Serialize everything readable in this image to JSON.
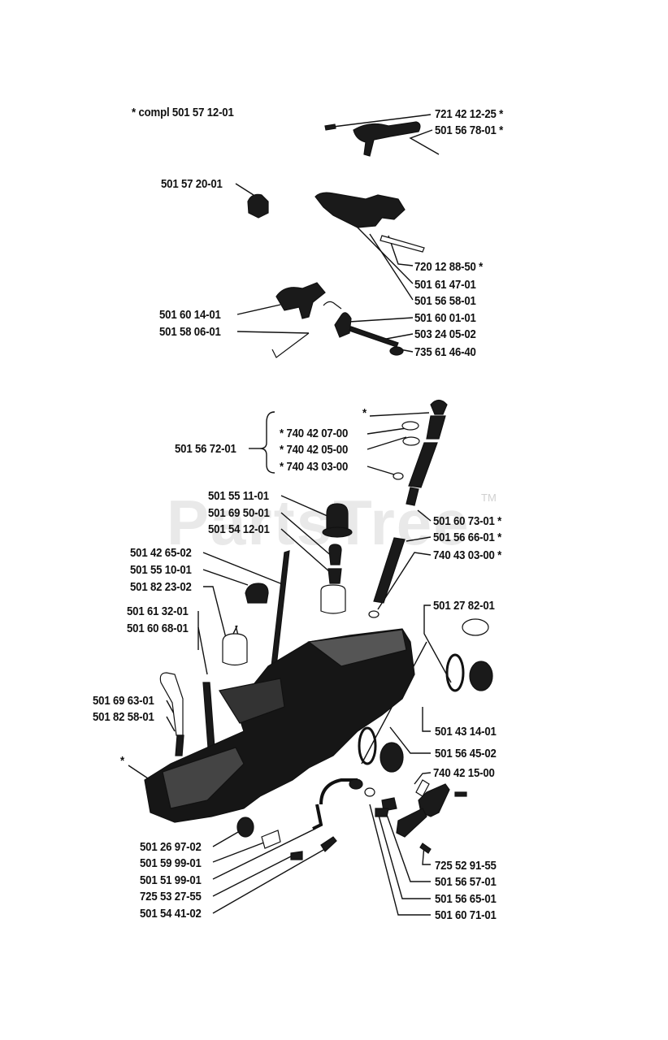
{
  "header_note": "* compl 501 57 12-01",
  "watermark": "PartsTree",
  "watermark_tm": "TM",
  "labels": {
    "p721421225": "721 42 12-25 *",
    "p501567801": "501 56 78-01 *",
    "p501572001": "501 57 20-01",
    "p720128850": "720 12 88-50 *",
    "p501614701": "501 61 47-01",
    "p501565801": "501 56 58-01",
    "p501601401": "501 60 14-01",
    "p501580601": "501 58 06-01",
    "p501600101": "501 60 01-01",
    "p503240502": "503 24 05-02",
    "p735614640": "735 61 46-40",
    "star_top": "*",
    "p740420700": "* 740 42 07-00",
    "p740420500": "* 740 42 05-00",
    "p740430300a": "* 740 43 03-00",
    "p501567201": "501 56 72-01",
    "p501551101": "501 55 11-01",
    "p501695001": "501 69 50-01",
    "p501541201": "501 54 12-01",
    "p501607301": "501 60 73-01 *",
    "p501566601": "501 56 66-01 *",
    "p740430300b": "740 43 03-00 *",
    "p501426502": "501 42 65-02",
    "p501551001": "501 55 10-01",
    "p501822302": "501 82 23-02",
    "p501278201": "501 27 82-01",
    "p501613201": "501 61 32-01",
    "p501606801": "501 60 68-01",
    "p501696301": "501 69 63-01",
    "p501825801": "501 82 58-01",
    "p501431401": "501 43 14-01",
    "p501564502": "501 56 45-02",
    "p740421500": "740 42 15-00",
    "star_left": "*",
    "p501269702": "501 26 97-02",
    "p501599901": "501 59 99-01",
    "p501519901": "501 51 99-01",
    "p725532755": "725 53 27-55",
    "p501544102": "501 54 41-02",
    "p725529155": "725 52 91-55",
    "p501565701": "501 56 57-01",
    "p501566501": "501 56 65-01",
    "p501607101": "501 60 71-01"
  }
}
